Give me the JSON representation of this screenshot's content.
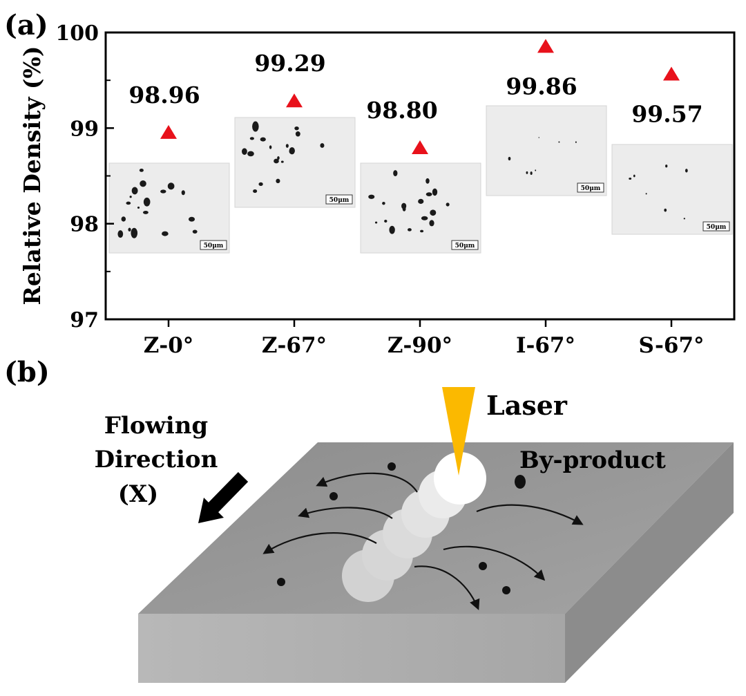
{
  "panel_labels": {
    "a": "(a)",
    "b": "(b)"
  },
  "chart_data": {
    "type": "scatter",
    "categories": [
      "Z-0°",
      "Z-67°",
      "Z-90°",
      "I-67°",
      "S-67°"
    ],
    "values": [
      98.96,
      99.29,
      98.8,
      99.86,
      99.57
    ],
    "data_labels": [
      "98.96",
      "99.29",
      "98.80",
      "99.86",
      "99.57"
    ],
    "ylabel": "Relative Density (%)",
    "xlabel": "",
    "ylim": [
      97,
      100
    ],
    "y_ticks": [
      97,
      98,
      99,
      100
    ],
    "grid": false,
    "marker": "triangle",
    "marker_color": "#e8111b",
    "inset_scale_label": "50μm"
  },
  "diagram": {
    "laser_label": "Laser",
    "byproduct_label": "By-product",
    "flow_label_lines": [
      "Flowing",
      "Direction",
      "(X)"
    ],
    "laser_color": "#fbb900"
  }
}
